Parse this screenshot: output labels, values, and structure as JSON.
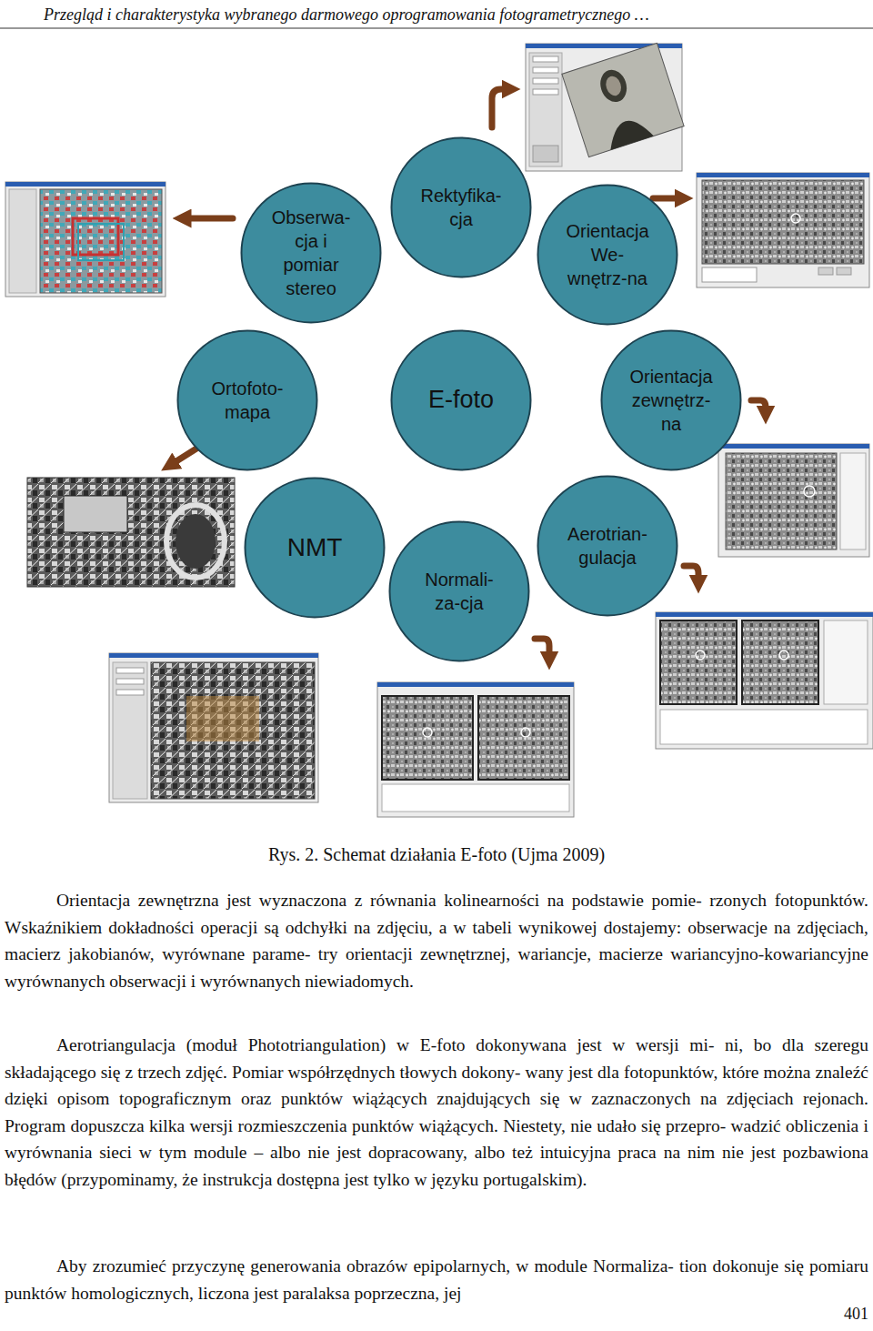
{
  "diagram": {
    "caption": "Rys. 2. Schemat działania E-foto (Ujma 2009)",
    "nodes": [
      {
        "text": [
          "Rektyfika- cja"
        ]
      },
      {
        "text": [
          "Obserwa- cja i pomiar stereo"
        ]
      },
      {
        "text": [
          "Orientacja We- wnętrz-na"
        ]
      },
      {
        "text": [
          "Ortofoto- mapa"
        ]
      },
      {
        "text": [
          "E-foto"
        ]
      },
      {
        "text": [
          "Orientacja zewnętrz- na"
        ]
      },
      {
        "text": [
          "NMT"
        ]
      },
      {
        "text": [
          "Aerotrian- gulacja"
        ]
      },
      {
        "text": [
          "Normali- za-cja"
        ]
      }
    ],
    "labels": [
      "Przegląd i charakterystyka wybranego darmowego oprogramowania fotogrametrycznego …",
      "Orientacja zewnętrzna jest wyznaczona z równania kolinearności na podstawie pomie- rzonych fotopunktów. Wskaźnikiem dokładności operacji są odchyłki na zdjęciu, a w tabeli wynikowej dostajemy: obserwacje na zdjęciach, macierz jakobianów, wyrównane parame- try orientacji zewnętrznej, wariancje, macierze wariancyjno-kowariancyjne wyrównanych obserwacji i wyrównanych niewiadomych.",
      "Aerotriangulacja (moduł Phototriangulation) w E-foto dokonywana jest w wersji mi- ni, bo dla szeregu składającego się z trzech zdjęć. Pomiar współrzędnych tłowych dokony- wany jest dla fotopunktów, które można znaleźć dzięki opisom topograficznym oraz punktów wiążących znajdujących się w zaznaczonych na zdjęciach rejonach. Program dopuszcza kilka wersji rozmieszczenia punktów wiążących. Niestety, nie udało się przepro- wadzić obliczenia i wyrównania sieci w tym module – albo nie jest dopracowany, albo też intuicyjna praca na nim nie jest pozbawiona błędów (przypominamy, że instrukcja dostępna jest tylko w języku portugalskim).",
      "Aby zrozumieć przyczynę generowania obrazów epipolarnych, w module Normaliza- tion dokonuje się pomiaru punktów homologicznych, liczona jest paralaksa poprzeczna, jej",
      "401"
    ]
  }
}
